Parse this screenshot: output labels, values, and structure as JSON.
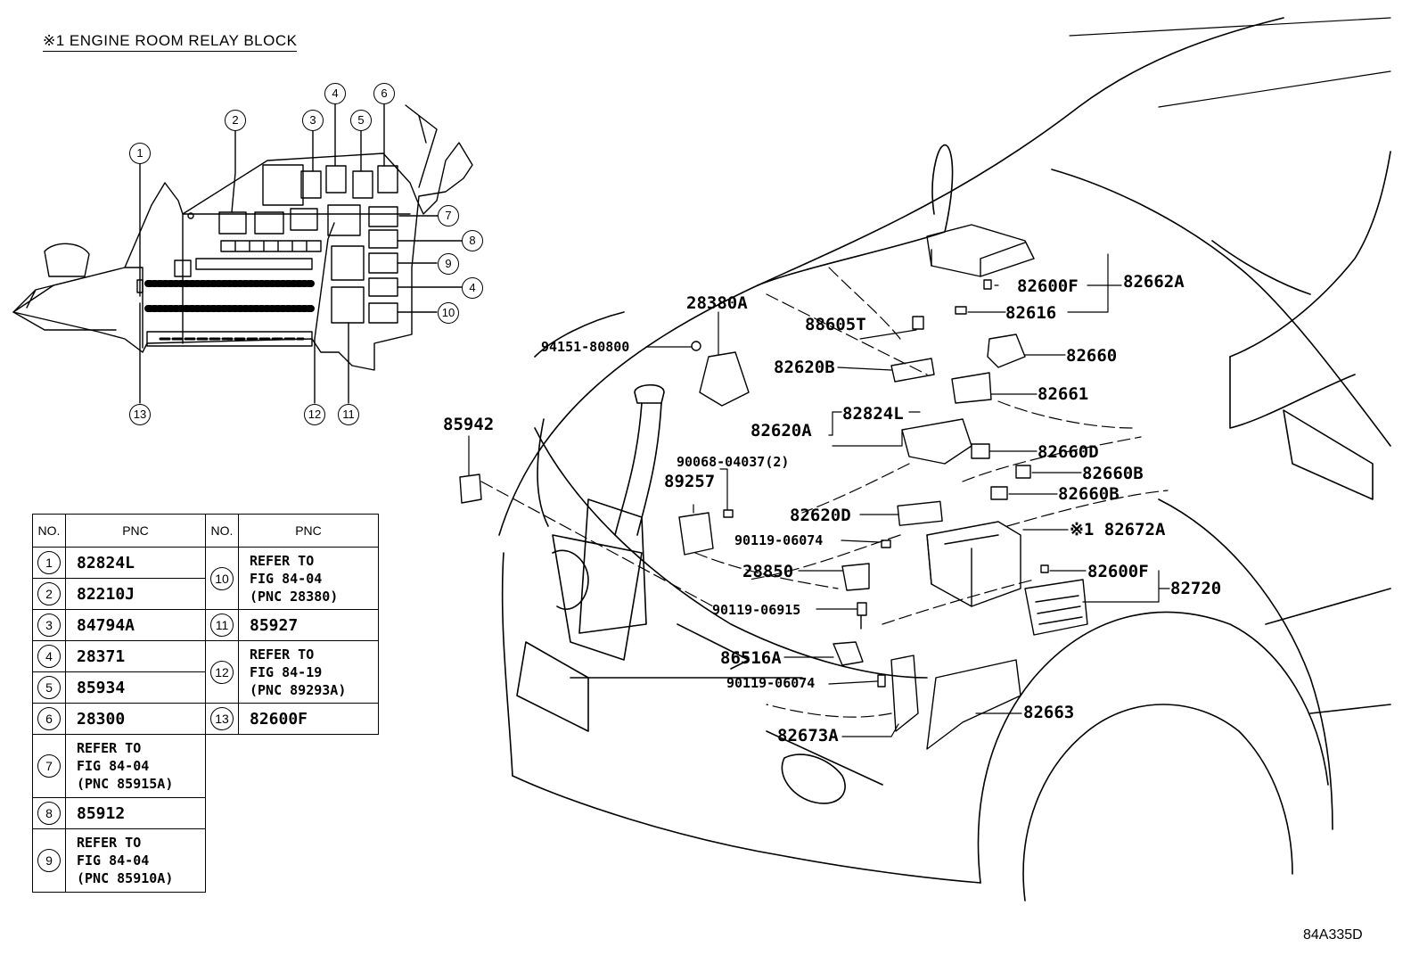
{
  "title": "※1 ENGINE ROOM RELAY BLOCK",
  "figure_code": "84A335D",
  "relay_block_callouts": [
    "1",
    "2",
    "3",
    "4",
    "5",
    "6",
    "7",
    "8",
    "9",
    "4",
    "10",
    "13",
    "12",
    "11"
  ],
  "part_labels": {
    "p28380A": "28380A",
    "p94151": "94151-80800",
    "p85942": "85942",
    "p88605T": "88605T",
    "p82620B": "82620B",
    "p82620A": "82620A",
    "p82824L": "82824L",
    "p90068": "90068-04037(2)",
    "p89257": "89257",
    "p82620D": "82620D",
    "p90119a": "90119-06074",
    "p28850": "28850",
    "p90119b": "90119-06915",
    "p86516A": "86516A",
    "p90119c": "90119-06074",
    "p82673A": "82673A",
    "p82600F_top": "82600F",
    "p82616": "82616",
    "p82662A": "82662A",
    "p82660": "82660",
    "p82661": "82661",
    "p82660D": "82660D",
    "p82660B_1": "82660B",
    "p82660B_2": "82660B",
    "p82672A": "※1 82672A",
    "p82600F_mid": "82600F",
    "p82720": "82720",
    "p82663": "82663"
  },
  "table": {
    "headers": [
      "NO.",
      "PNC",
      "NO.",
      "PNC"
    ],
    "left": [
      {
        "no": "1",
        "pnc": "82824L"
      },
      {
        "no": "2",
        "pnc": "82210J"
      },
      {
        "no": "3",
        "pnc": "84794A"
      },
      {
        "no": "4",
        "pnc": "28371"
      },
      {
        "no": "5",
        "pnc": "85934"
      },
      {
        "no": "6",
        "pnc": "28300"
      },
      {
        "no": "7",
        "pnc_l1": "REFER TO",
        "pnc_l2": "FIG 84-04",
        "pnc_l3": "(PNC 85915A)"
      },
      {
        "no": "8",
        "pnc": "85912"
      },
      {
        "no": "9",
        "pnc_l1": "REFER TO",
        "pnc_l2": "FIG 84-04",
        "pnc_l3": "(PNC 85910A)"
      }
    ],
    "right": [
      {
        "no": "10",
        "pnc_l1": "REFER TO",
        "pnc_l2": "FIG 84-04",
        "pnc_l3": "(PNC 28380)"
      },
      {
        "no": "11",
        "pnc": "85927"
      },
      {
        "no": "12",
        "pnc_l1": "REFER TO",
        "pnc_l2": "FIG 84-19",
        "pnc_l3": "(PNC 89293A)"
      },
      {
        "no": "13",
        "pnc": "82600F"
      }
    ]
  }
}
